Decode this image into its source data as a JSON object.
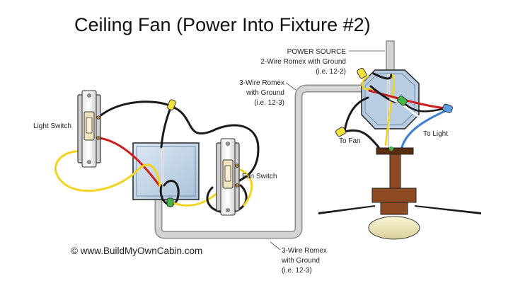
{
  "title": "Ceiling Fan (Power Into Fixture #2)",
  "labels": {
    "power_source_line1": "POWER SOURCE",
    "power_source_line2": "2-Wire Romex with Ground",
    "power_source_line3": "(i.e. 12-2)",
    "romex_upper_line1": "3-Wire Romex",
    "romex_upper_line2": "with Ground",
    "romex_upper_line3": "(i.e. 12-3)",
    "romex_lower_line1": "3-Wire Romex",
    "romex_lower_line2": "with Ground",
    "romex_lower_line3": "(i.e. 12-3)",
    "light_switch": "Light Switch",
    "fan_switch": "Fan Switch",
    "to_fan": "To Fan",
    "to_light": "To Light"
  },
  "copyright": "© www.BuildMyOwnCabin.com",
  "colors": {
    "hot_black": "#1a1a1a",
    "switched_red": "#cc1f1f",
    "neutral_white": "#f4f4f4",
    "ground_copper": "#b07d3a",
    "yellow_wire": "#f3d321",
    "blue_wire": "#3a7fd0",
    "romex_sheath": "#d4d4d4",
    "wire_nut_yellow": "#f3e33a",
    "wire_nut_green": "#45b545",
    "wire_nut_blue": "#5aa0e0",
    "box_blue": "#c6d8e8",
    "fixture_box_blue": "#b9cde2",
    "fan_brown": "#8e4a22",
    "fan_bracket": "#5a2e12",
    "light_glass": "#efe8b4"
  }
}
